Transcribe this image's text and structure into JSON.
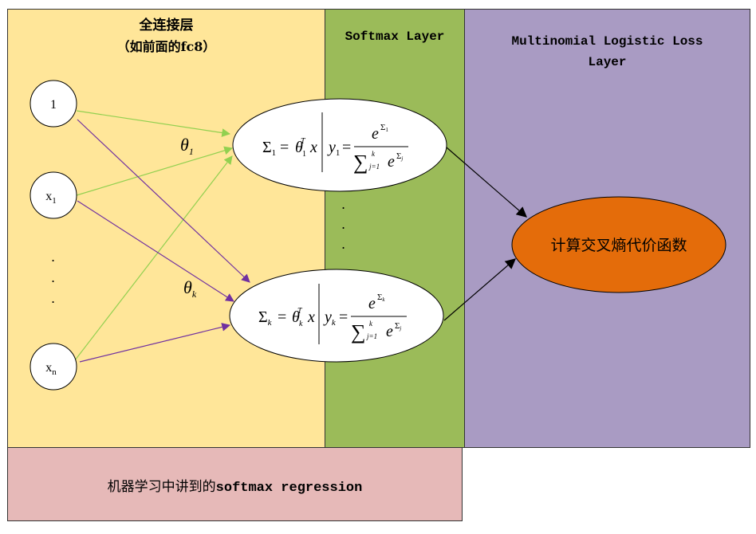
{
  "colors": {
    "fc_panel": "#FFE699",
    "softmax_panel": "#9BBB59",
    "loss_panel": "#A99BC3",
    "ml_panel": "#E6B9B8",
    "loss_node": "#E46C0A",
    "green_edge": "#92D050",
    "purple_edge": "#7030A0"
  },
  "fc_layer": {
    "title_line1": "全连接层",
    "title_line2": "（如前面的fc8）"
  },
  "softmax_layer": {
    "title": "Softmax Layer"
  },
  "loss_layer": {
    "title_line1": "Multinomial Logistic Loss",
    "title_line2": "Layer"
  },
  "bottom_note": {
    "prefix": "机器学习中讲到的",
    "suffix": "softmax regression"
  },
  "inputs": [
    {
      "label": "1",
      "sub": ""
    },
    {
      "label": "x",
      "sub": "1"
    },
    {
      "label": "x",
      "sub": "n"
    }
  ],
  "ellipsis": ".",
  "weights": {
    "theta_1": {
      "sym": "θ",
      "sub": "1"
    },
    "theta_k": {
      "sym": "θ",
      "sub": "k"
    }
  },
  "softmax_nodes": {
    "top": {
      "sum": "Σ",
      "sum_sub": "1",
      "eq": "=",
      "theta": "θ",
      "theta_sub": "1",
      "theta_sup": "T",
      "x": "x",
      "y": "y",
      "y_sub": "1",
      "num_base": "e",
      "num_exp": "Σ",
      "num_exp_sub": "1",
      "den_sum": "∑",
      "den_top": "k",
      "den_bot": "j=1",
      "den_base": "e",
      "den_exp": "Σ",
      "den_exp_sub": "j"
    },
    "bottom": {
      "sum": "Σ",
      "sum_sub": "k",
      "eq": "=",
      "theta": "θ",
      "theta_sub": "k",
      "theta_sup": "T",
      "x": "x",
      "y": "y",
      "y_sub": "k",
      "num_base": "e",
      "num_exp": "Σ",
      "num_exp_sub": "k",
      "den_sum": "∑",
      "den_top": "k",
      "den_bot": "j=1",
      "den_base": "e",
      "den_exp": "Σ",
      "den_exp_sub": "j"
    }
  },
  "loss_node": {
    "label": "计算交叉熵代价函数"
  }
}
